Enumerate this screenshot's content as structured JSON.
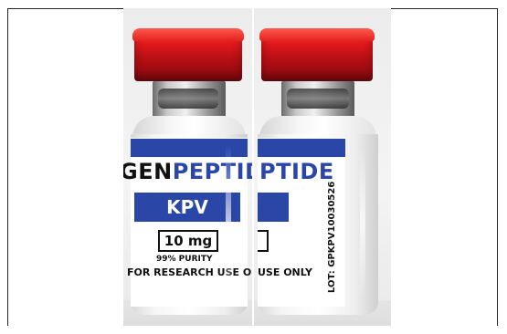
{
  "photos": [
    {
      "view": "front",
      "brand_prefix": "GEN",
      "brand_main": "PEPTIDE",
      "product_name": "KPV",
      "dose": "10 mg",
      "purity": "99% PURITY",
      "research_note": "FOR RESEARCH USE ONLY"
    },
    {
      "view": "side",
      "brand_fragment": "PTIDE",
      "research_fragment": "USE ONLY",
      "lot": "LOT: GPKPV10030526"
    }
  ],
  "colors": {
    "cap": "#d91c1e",
    "label_blue": "#2a47a8",
    "text_dark": "#111111",
    "background": "#f2f2f2"
  }
}
